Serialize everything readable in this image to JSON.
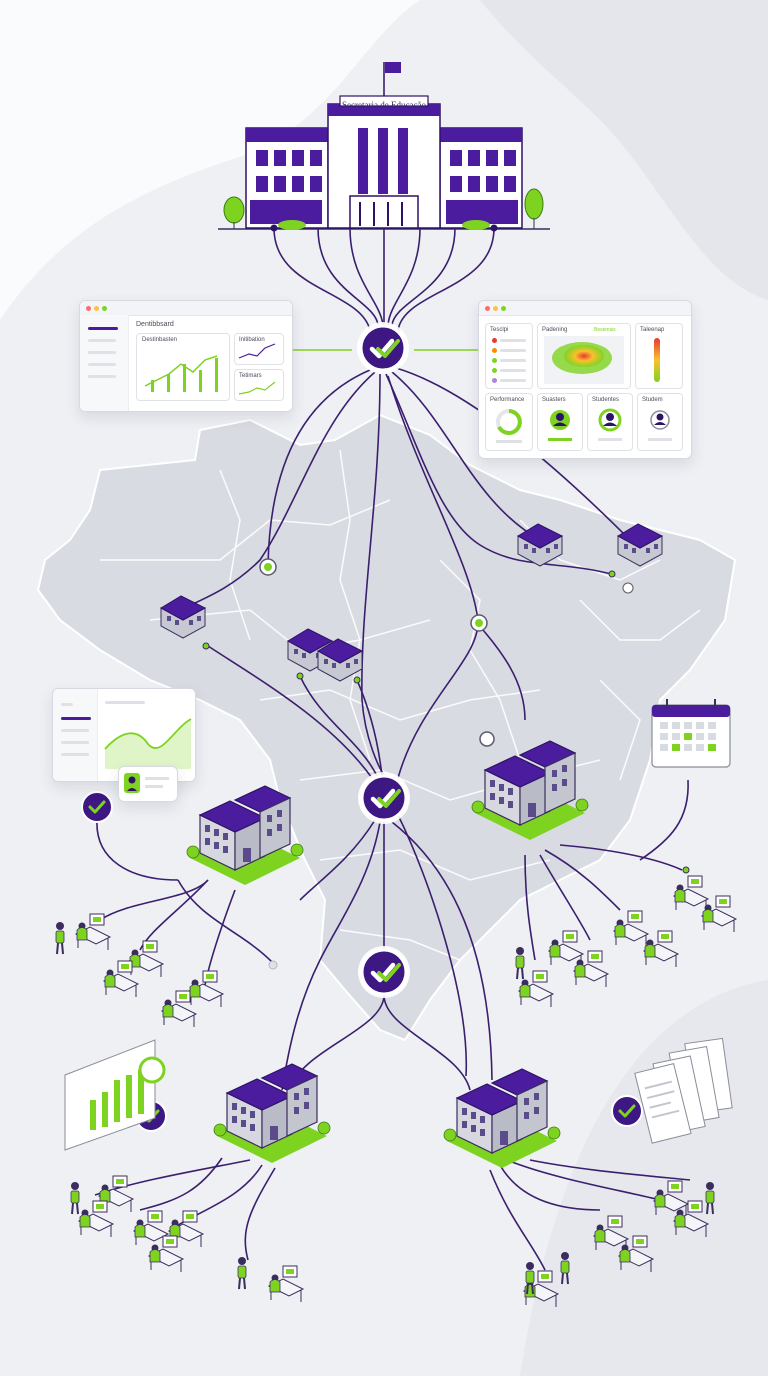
{
  "header": {
    "building_sign": "Secretaria de Educação"
  },
  "panels": {
    "left_dashboard": {
      "title": "Dentibbsard",
      "card_a": "Destinbasten",
      "card_b": "Initibation",
      "card_c": "Tetimars"
    },
    "right_dashboard": {
      "col_a": "Tesclpi",
      "col_b": "Padening",
      "col_c": "Taleenap",
      "col_b_tag": "Bestensis",
      "row2_a": "Performance",
      "row2_b": "Suasters",
      "row2_c": "Studentes",
      "row2_d": "Studem"
    }
  },
  "colors": {
    "purple": "#4b1d9e",
    "purple_dark": "#2e1266",
    "green": "#7ed321",
    "map_fill": "#d9dbe2",
    "map_stroke": "#ffffff",
    "line": "#3b1f6e",
    "background": "#eef0f4"
  },
  "icons": {
    "hub_check": "check-badge-icon",
    "calendar": "calendar-icon",
    "documents": "document-stack-icon",
    "flag": "flag-icon"
  }
}
